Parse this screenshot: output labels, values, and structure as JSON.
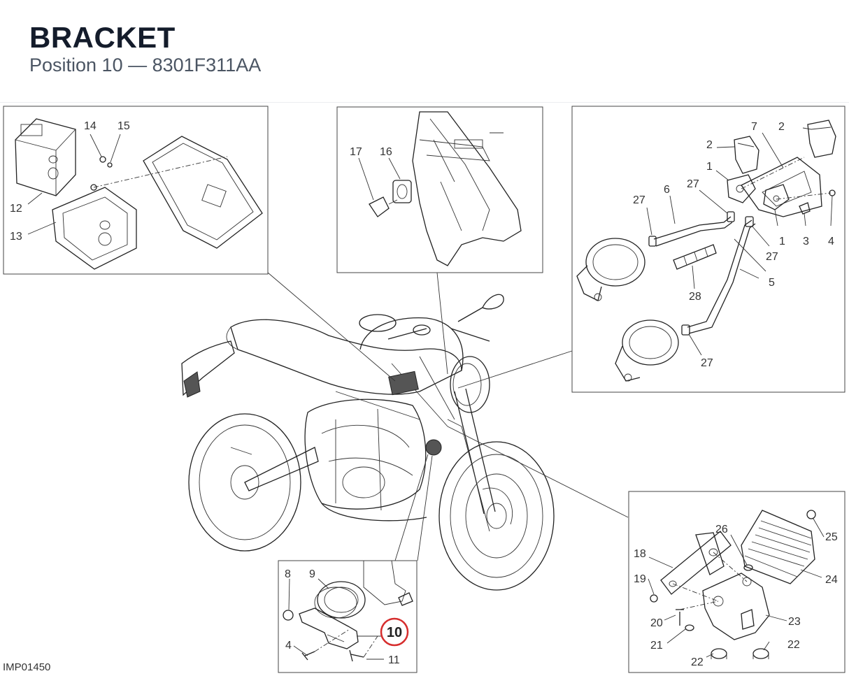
{
  "header": {
    "title": "BRACKET",
    "subtitle": "Position 10 — 8301F311AA"
  },
  "footer": {
    "image_code": "IMP01450"
  },
  "highlight": {
    "position": "10",
    "color": "#d62d2d"
  },
  "callouts": {
    "ecu": [
      "12",
      "13",
      "14",
      "15"
    ],
    "frame": [
      "16",
      "17"
    ],
    "throttle": [
      "1",
      "1",
      "2",
      "2",
      "3",
      "4",
      "5",
      "6",
      "7",
      "27",
      "27",
      "27",
      "27",
      "28"
    ],
    "horn": [
      "4",
      "8",
      "9",
      "10",
      "11"
    ],
    "regulator": [
      "18",
      "19",
      "20",
      "21",
      "22",
      "22",
      "23",
      "24",
      "25",
      "26"
    ]
  }
}
